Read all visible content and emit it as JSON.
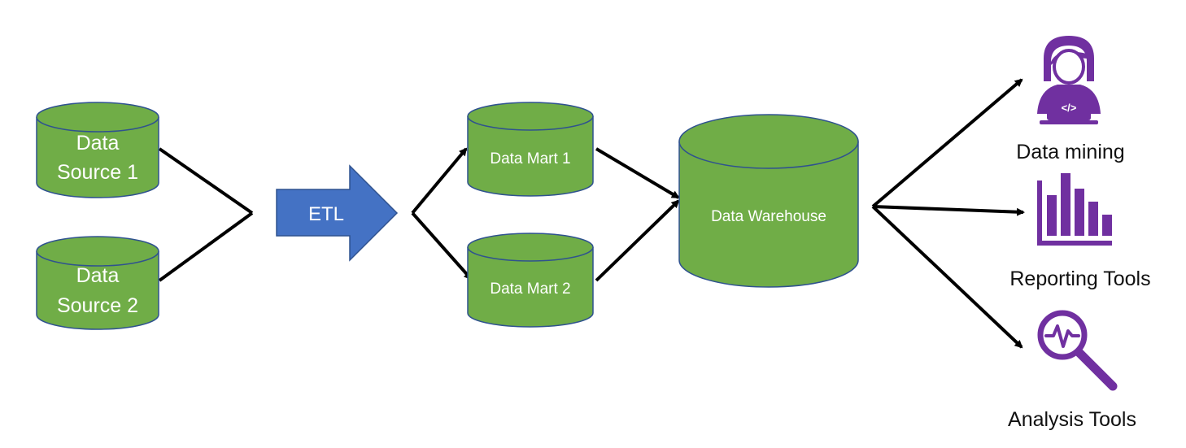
{
  "colors": {
    "cylinder_fill": "#70ad47",
    "cylinder_stroke": "#2f528f",
    "etl_fill": "#4472c4",
    "etl_stroke": "#2f528f",
    "icon": "#7030a0",
    "line": "#000000"
  },
  "sources": [
    {
      "line1": "Data",
      "line2": "Source 1"
    },
    {
      "line1": "Data",
      "line2": "Source 2"
    }
  ],
  "etl": {
    "label": "ETL"
  },
  "marts": [
    {
      "label": "Data Mart 1"
    },
    {
      "label": "Data Mart 2"
    }
  ],
  "warehouse": {
    "label": "Data Warehouse"
  },
  "tools": [
    {
      "label": "Data mining",
      "icon": "developer-laptop-icon"
    },
    {
      "label": "Reporting Tools",
      "icon": "bar-chart-icon"
    },
    {
      "label": "Analysis Tools",
      "icon": "magnifier-pulse-icon"
    }
  ]
}
